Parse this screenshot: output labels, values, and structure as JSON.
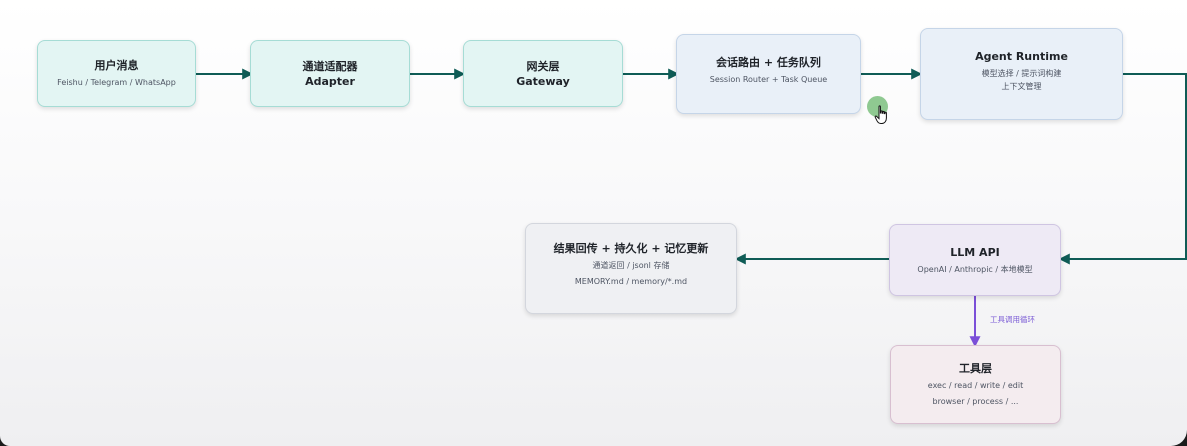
{
  "diagram": {
    "nodes": [
      {
        "id": "user-message",
        "title": "用户消息",
        "lines": [
          "Feishu / Telegram / WhatsApp"
        ]
      },
      {
        "id": "adapter",
        "title": "通道适配器",
        "lines": [
          "Adapter"
        ]
      },
      {
        "id": "gateway",
        "title": "网关层",
        "lines": [
          "Gateway"
        ]
      },
      {
        "id": "session-router",
        "title": "会话路由 + 任务队列",
        "lines": [
          "Session Router + Task Queue"
        ]
      },
      {
        "id": "agent-runtime",
        "title": "Agent Runtime",
        "lines": [
          "模型选择 / 提示词构建",
          "上下文管理"
        ]
      },
      {
        "id": "llm-api",
        "title": "LLM API",
        "lines": [
          "OpenAI / Anthropic / 本地模型"
        ]
      },
      {
        "id": "result",
        "title": "结果回传 + 持久化 + 记忆更新",
        "lines": [
          "通道返回 / jsonl 存储",
          "MEMORY.md / memory/*.md"
        ]
      },
      {
        "id": "tools",
        "title": "工具层",
        "lines": [
          "exec / read / write / edit",
          "browser / process / ..."
        ]
      }
    ],
    "edge_label": "工具调用循环",
    "colors": {
      "edge": "#0f5c56",
      "loop": "#7b4fd8"
    }
  }
}
